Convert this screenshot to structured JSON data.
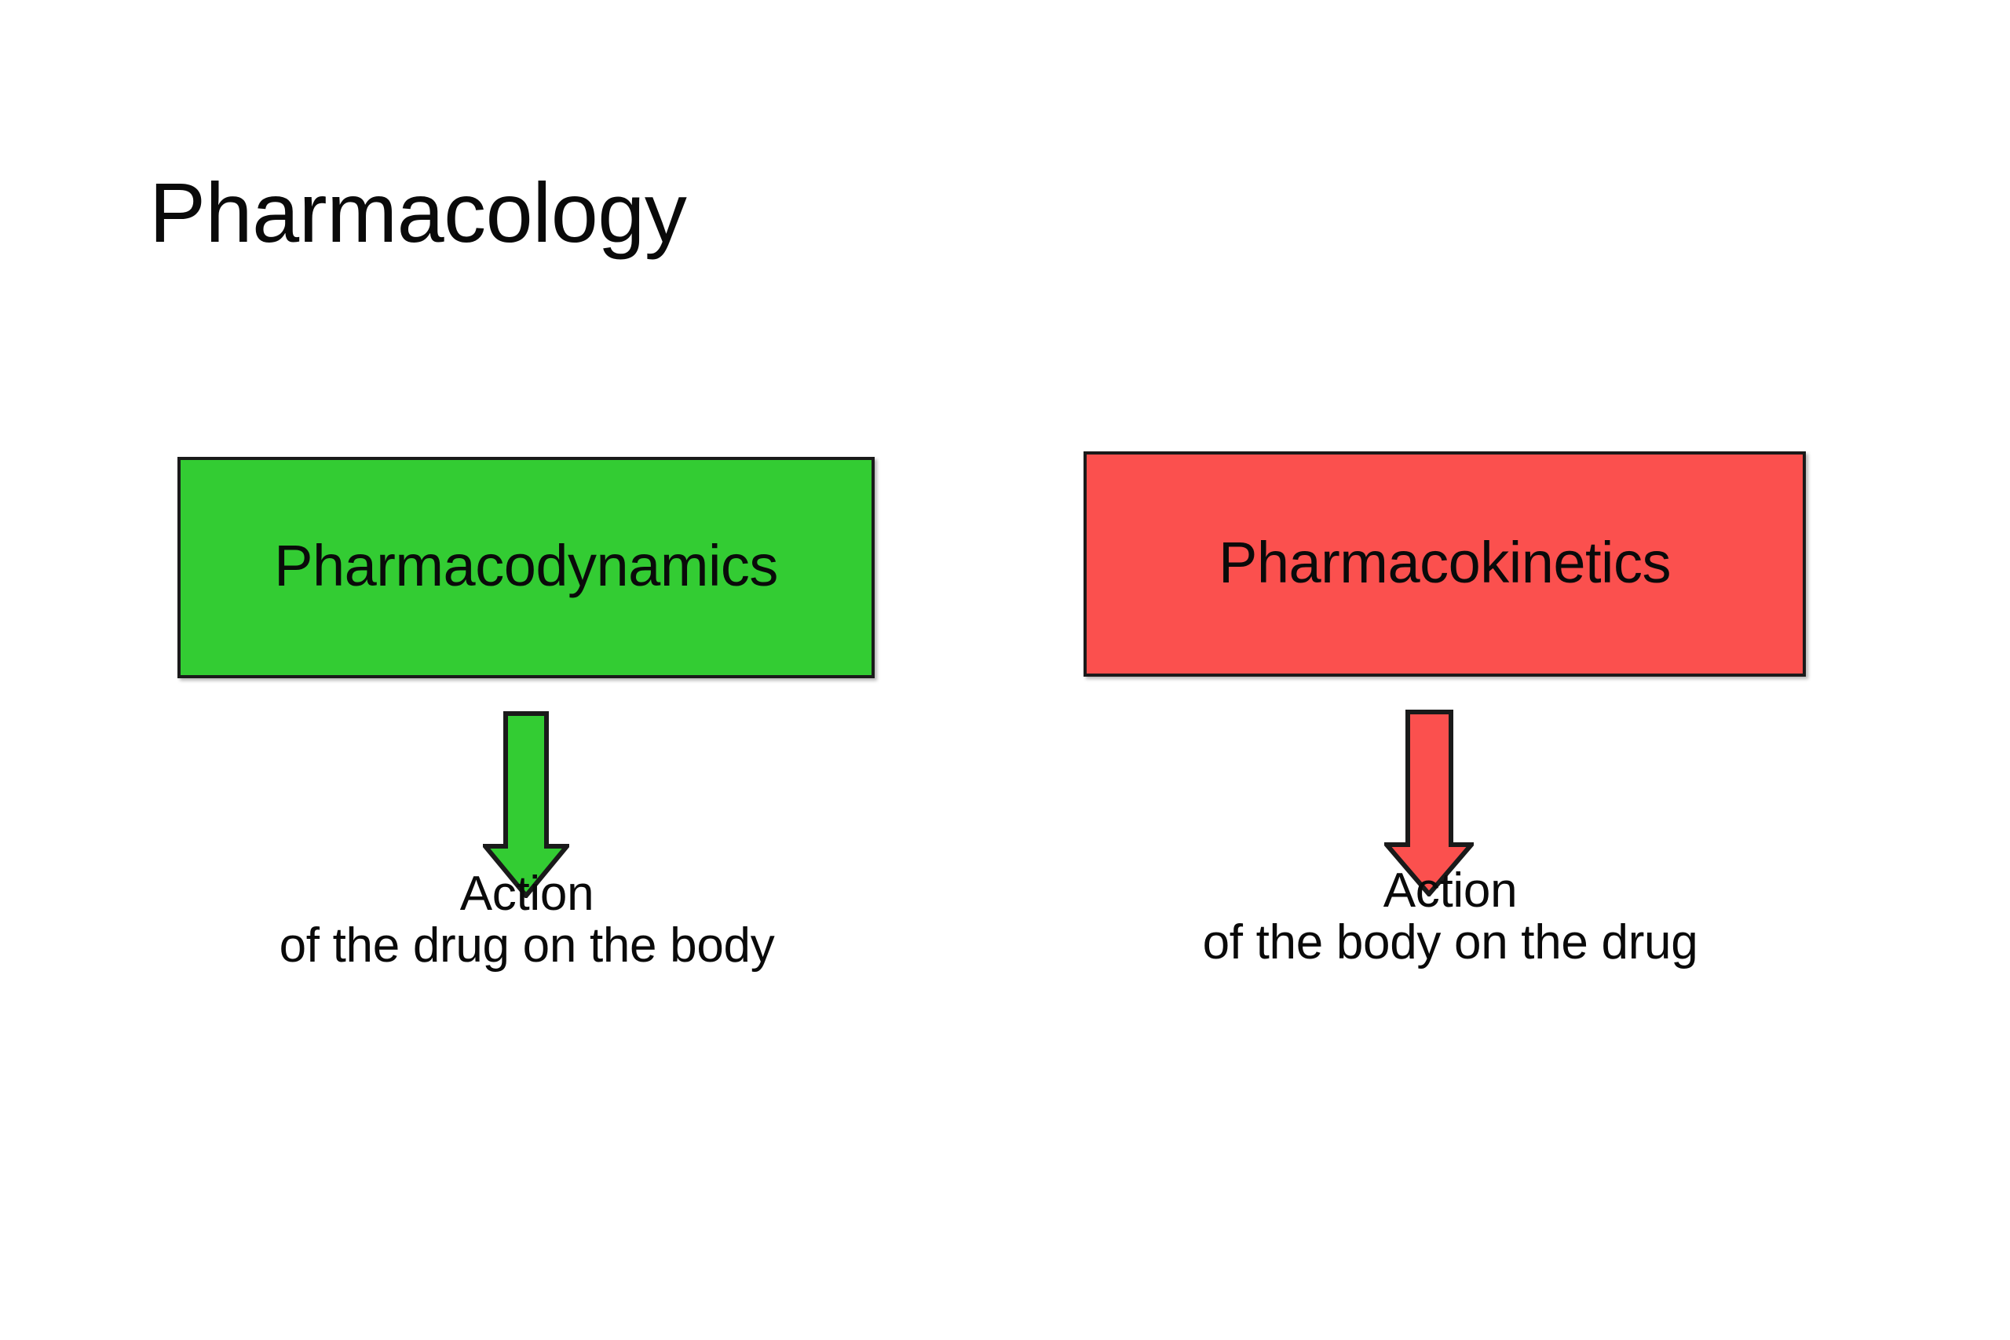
{
  "slide": {
    "title": "Pharmacology",
    "background_color": "#ffffff",
    "text_color": "#0a0a0a"
  },
  "branches": [
    {
      "id": "pharmacodynamics",
      "box_label": "Pharmacodynamics",
      "box_fill_color": "#33cc33",
      "box_border_color": "#1a1a1a",
      "arrow_icon": "down-arrow-icon",
      "arrow_fill_color": "#33cc33",
      "arrow_border_color": "#1a1a1a",
      "caption_line_1": "Action",
      "caption_line_2": "of the drug on the body"
    },
    {
      "id": "pharmacokinetics",
      "box_label": "Pharmacokinetics",
      "box_fill_color": "#fb504e",
      "box_border_color": "#1a1a1a",
      "arrow_icon": "down-arrow-icon",
      "arrow_fill_color": "#fb504e",
      "arrow_border_color": "#1a1a1a",
      "caption_line_1": "Action",
      "caption_line_2": "of the body on the drug"
    }
  ]
}
